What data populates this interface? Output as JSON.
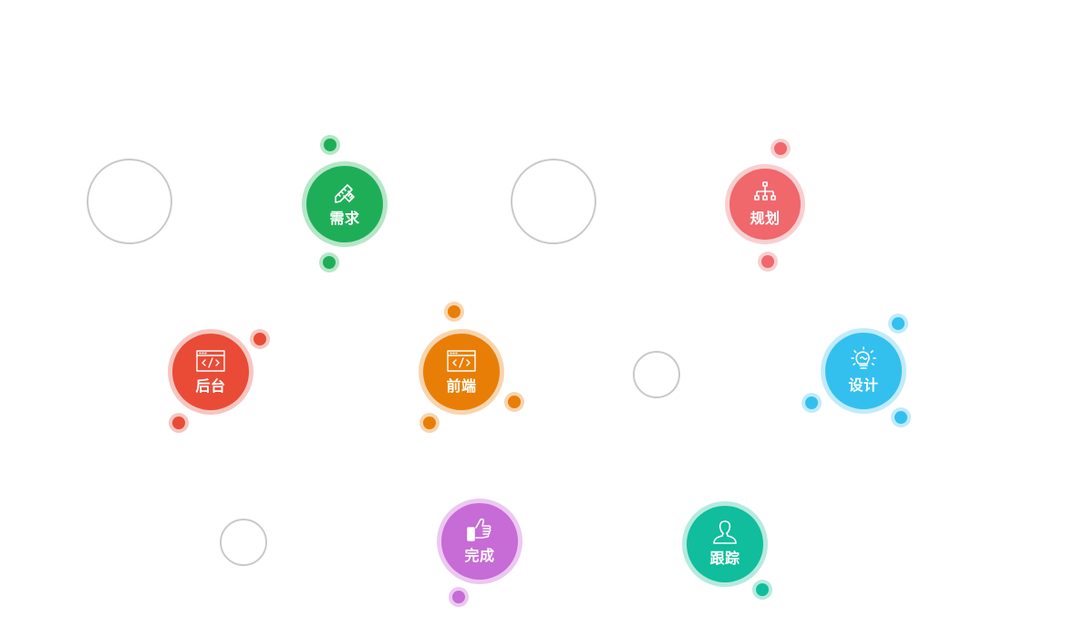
{
  "colors": {
    "green": "#1fae58",
    "pink": "#f0676c",
    "red": "#e94b36",
    "orange": "#e97e06",
    "blue": "#33c0ef",
    "purple": "#c76bd6",
    "teal": "#10bd9c",
    "ring": "#c9c9c9"
  },
  "nodes": {
    "xuqiu": {
      "label": "需求",
      "icon": "pencil-ruler-icon",
      "color": "green"
    },
    "guihua": {
      "label": "规划",
      "icon": "org-chart-icon",
      "color": "pink"
    },
    "houtai": {
      "label": "后台",
      "icon": "code-window-icon",
      "color": "red"
    },
    "qianduan": {
      "label": "前端",
      "icon": "code-window-icon",
      "color": "orange"
    },
    "sheji": {
      "label": "设计",
      "icon": "lightbulb-icon",
      "color": "blue"
    },
    "wancheng": {
      "label": "完成",
      "icon": "thumbs-up-icon",
      "color": "purple"
    },
    "genzong": {
      "label": "跟踪",
      "icon": "user-icon",
      "color": "teal"
    }
  }
}
